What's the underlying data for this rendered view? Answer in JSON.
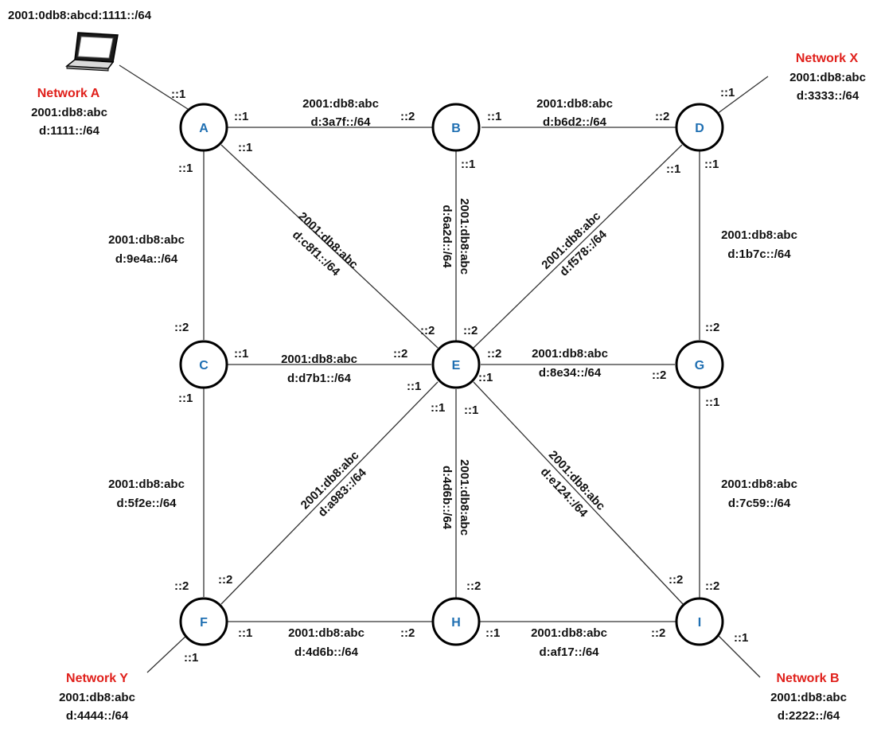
{
  "colors": {
    "node_label": "#1f6fb2",
    "network_name": "#e0201b",
    "text": "#111111"
  },
  "top_prefix": "2001:0db8:abcd:1111::/64",
  "laptop_icon": "laptop-icon",
  "networks": {
    "a": {
      "name": "Network A",
      "line1": "2001:db8:abc",
      "line2": "d:1111::/64"
    },
    "x": {
      "name": "Network X",
      "line1": "2001:db8:abc",
      "line2": "d:3333::/64"
    },
    "y": {
      "name": "Network Y",
      "line1": "2001:db8:abc",
      "line2": "d:4444::/64"
    },
    "b": {
      "name": "Network B",
      "line1": "2001:db8:abc",
      "line2": "d:2222::/64"
    }
  },
  "nodes": {
    "a": "A",
    "b": "B",
    "c": "C",
    "d": "D",
    "e": "E",
    "f": "F",
    "g": "G",
    "h": "H",
    "i": "I"
  },
  "links": {
    "ab": {
      "line1": "2001:db8:abc",
      "line2": "d:3a7f::/64"
    },
    "bd": {
      "line1": "2001:db8:abc",
      "line2": "d:b6d2::/64"
    },
    "ac": {
      "line1": "2001:db8:abc",
      "line2": "d:9e4a::/64"
    },
    "ae": {
      "line1": "2001:db8:abc",
      "line2": "d:c8f1::/64"
    },
    "be": {
      "line1": "2001:db8:abc",
      "line2": "d:6a2d::/64"
    },
    "de": {
      "line1": "2001:db8:abc",
      "line2": "d:f578::/64"
    },
    "dg": {
      "line1": "2001:db8:abc",
      "line2": "d:1b7c::/64"
    },
    "ce": {
      "line1": "2001:db8:abc",
      "line2": "d:d7b1::/64"
    },
    "eg": {
      "line1": "2001:db8:abc",
      "line2": "d:8e34::/64"
    },
    "cf": {
      "line1": "2001:db8:abc",
      "line2": "d:5f2e::/64"
    },
    "ef": {
      "line1": "2001:db8:abc",
      "line2": "d:a983::/64"
    },
    "eh": {
      "line1": "2001:db8:abc",
      "line2": "d:4d6b::/64"
    },
    "ei": {
      "line1": "2001:db8:abc",
      "line2": "d:e124::/64"
    },
    "gi": {
      "line1": "2001:db8:abc",
      "line2": "d:7c59::/64"
    },
    "fh": {
      "line1": "2001:db8:abc",
      "line2": "d:4d6b::/64"
    },
    "hi": {
      "line1": "2001:db8:abc",
      "line2": "d:af17::/64"
    }
  },
  "interfaces": {
    "one": "::1",
    "two": "::2"
  }
}
